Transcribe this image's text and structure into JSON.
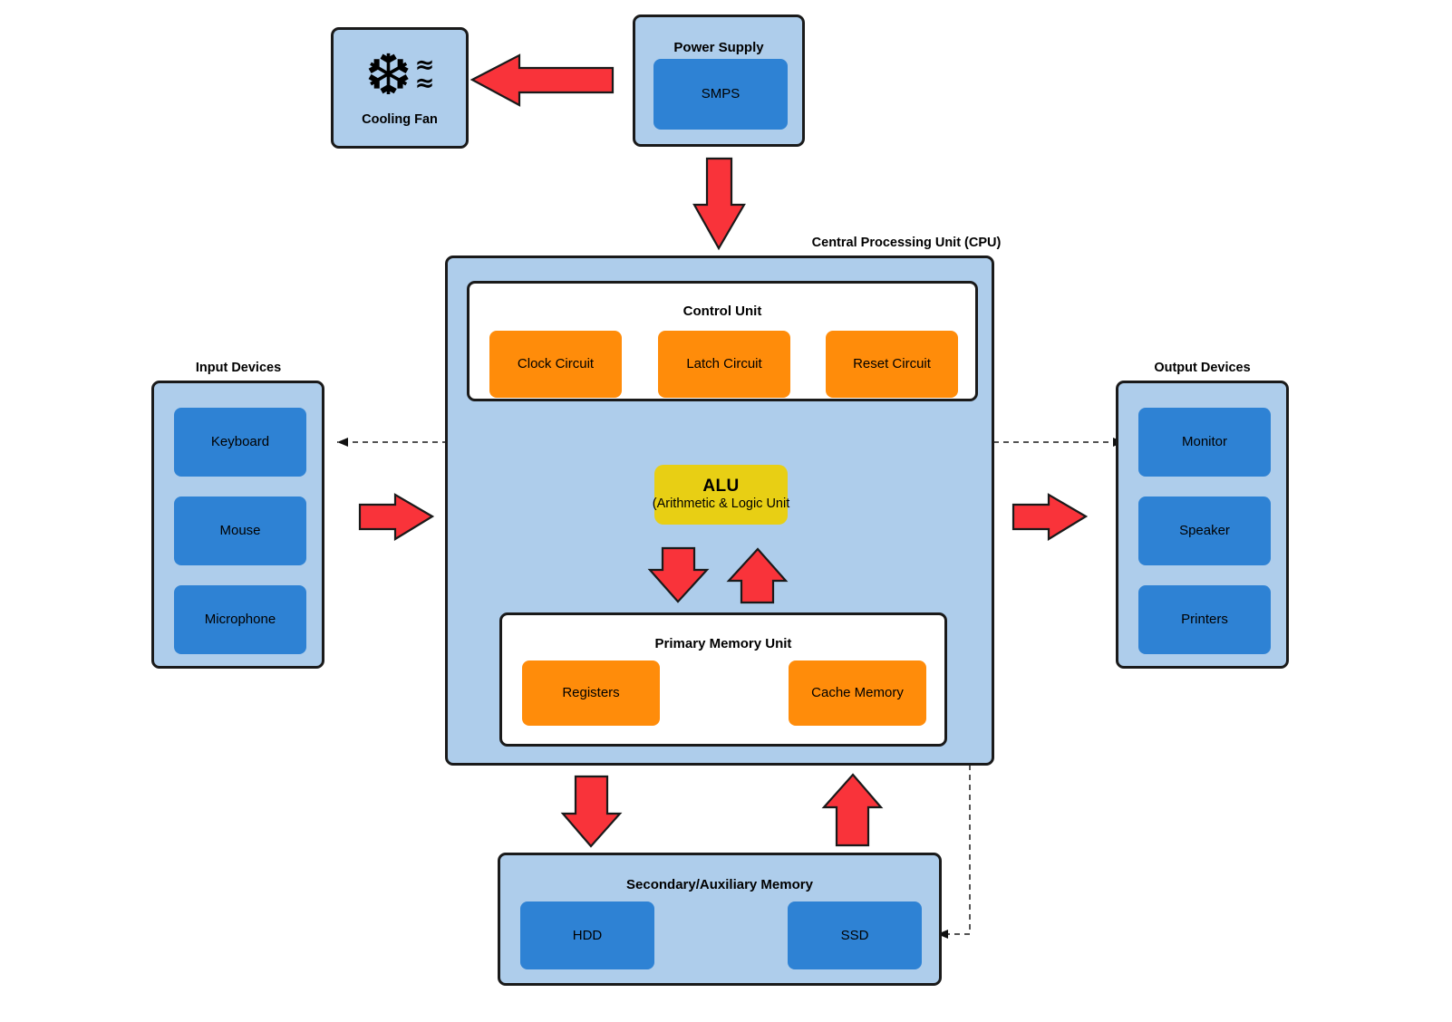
{
  "diagram": {
    "title_cpu": "Central Processing Unit (CPU)",
    "colors": {
      "group_fill": "#AECDEB",
      "chip_blue": "#2E82D4",
      "chip_orange": "#FF8C0A",
      "alu_yellow": "#E8CF14",
      "arrow_red": "#F9333A",
      "outline": "#1A1A1A",
      "panel_white": "#FFFFFF"
    }
  },
  "cooling_fan": {
    "label": "Cooling Fan",
    "icons": [
      "snowflake-icon",
      "air-wave-icon"
    ],
    "snowflake_glyph": "❆",
    "wave_glyph": "≈"
  },
  "power_supply": {
    "title": "Power Supply",
    "items": [
      {
        "label": "SMPS"
      }
    ]
  },
  "cpu": {
    "title": "Central Processing Unit (CPU)",
    "control_unit": {
      "title": "Control Unit",
      "items": [
        {
          "label": "Clock Circuit"
        },
        {
          "label": "Latch Circuit"
        },
        {
          "label": "Reset Circuit"
        }
      ]
    },
    "alu": {
      "title": "ALU",
      "subtitle": "(Arithmetic & Logic Unit"
    },
    "primary_memory": {
      "title": "Primary Memory Unit",
      "items": [
        {
          "label": "Registers"
        },
        {
          "label": "Cache Memory"
        }
      ]
    }
  },
  "input_devices": {
    "title": "Input Devices",
    "items": [
      {
        "label": "Keyboard"
      },
      {
        "label": "Mouse"
      },
      {
        "label": "Microphone"
      }
    ]
  },
  "output_devices": {
    "title": "Output Devices",
    "items": [
      {
        "label": "Monitor"
      },
      {
        "label": "Speaker"
      },
      {
        "label": "Printers"
      }
    ]
  },
  "secondary_memory": {
    "title": "Secondary/Auxiliary Memory",
    "items": [
      {
        "label": "HDD"
      },
      {
        "label": "SSD"
      }
    ]
  },
  "connectors": {
    "data_flow_arrows": [
      {
        "name": "power-supply-to-cooling-fan",
        "direction": "left"
      },
      {
        "name": "power-supply-to-cpu",
        "direction": "down"
      },
      {
        "name": "input-devices-to-cpu",
        "direction": "right"
      },
      {
        "name": "cpu-to-output-devices",
        "direction": "right"
      },
      {
        "name": "alu-to-primary-memory",
        "direction": "down"
      },
      {
        "name": "primary-memory-to-alu",
        "direction": "up"
      },
      {
        "name": "cpu-to-secondary-memory",
        "direction": "down"
      },
      {
        "name": "secondary-memory-to-cpu",
        "direction": "up"
      }
    ],
    "control_signal_lines": [
      {
        "name": "control-unit-to-input-devices",
        "style": "dashed"
      },
      {
        "name": "control-unit-to-alu",
        "style": "dashed"
      },
      {
        "name": "control-unit-to-primary-memory",
        "style": "dashed"
      },
      {
        "name": "control-unit-to-output-devices",
        "style": "dashed"
      },
      {
        "name": "control-unit-to-secondary-memory",
        "style": "dashed"
      }
    ]
  }
}
